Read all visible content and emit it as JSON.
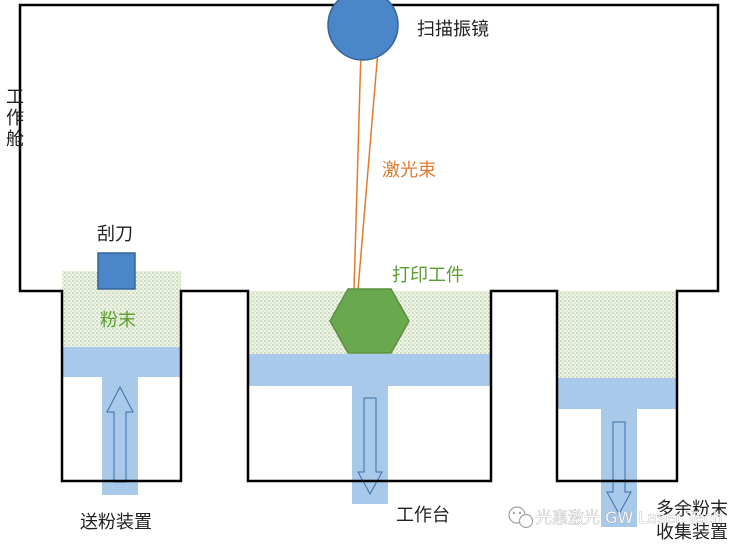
{
  "labels": {
    "chamber": [
      "工",
      "作",
      "舱"
    ],
    "scanner": "扫描振镜",
    "laser": "激光束",
    "recoater": "刮刀",
    "powder": "粉末",
    "part": "打印工件",
    "feed": "送粉装置",
    "platform": "工作台",
    "overflow_line1": "多余粉末",
    "overflow_line2": "收集装置"
  },
  "watermark": "光惠激光 GW Laser Tech",
  "colors": {
    "outline": "#000000",
    "scanner_fill": "#4a86c8",
    "recoater_fill": "#4a86c8",
    "piston": "#a9c9ea",
    "powder_bg": "#eef3e6",
    "powder_dot": "#9cbc88",
    "part_fill": "#6aa84f",
    "laser": "#e07a2e",
    "arrow_stroke": "#3a6ea5"
  }
}
